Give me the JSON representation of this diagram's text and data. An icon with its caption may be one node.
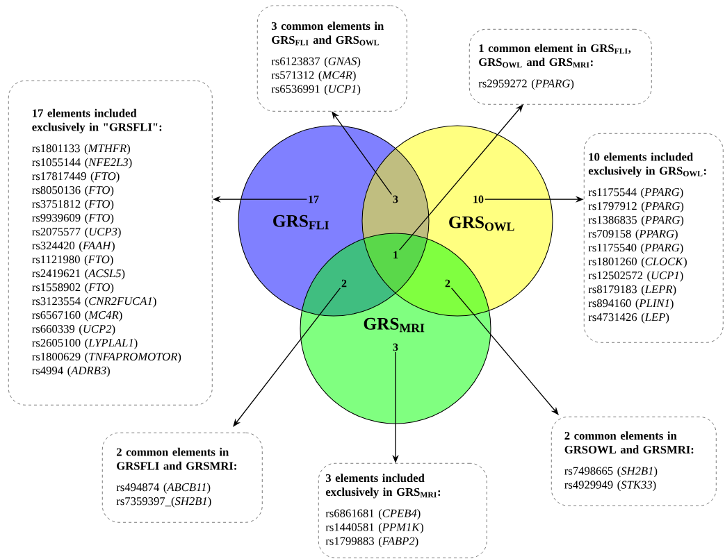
{
  "diagram": {
    "nodes": [
      {
        "text": [
          "GRS$_{FLI}$"
        ]
      },
      {
        "text": [
          "GRS$_{OWL}$"
        ]
      },
      {
        "text": [
          "GRS$_{MRI}$"
        ]
      },
      {
        "text": [
          "17"
        ],
        "in": 0
      },
      {
        "text": [
          "3"
        ]
      },
      {
        "text": [
          "10"
        ],
        "in": 1
      },
      {
        "text": [
          "1"
        ]
      },
      {
        "text": [
          "2"
        ]
      },
      {
        "text": [
          "2"
        ]
      },
      {
        "text": [
          "3"
        ],
        "in": 2
      },
      {
        "text": [
          "17 elements included exclusively in \"GRSFLI\":",
          "rs1801133 (*MTHFR*)",
          "rs1055144 (*NFE2L3*)",
          "rs17817449 (*FTO*)",
          "rs8050136 (*FTO*)",
          "rs3751812 (*FTO*)",
          "rs9939609 (*FTO*)",
          "rs2075577 (*UCP3*)",
          "rs324420 (*FAAH*)",
          "rs1121980 (*FTO*)",
          "rs2419621 (*ACSL5*)",
          "rs1558902 (*FTO*)",
          "rs3123554 (*CNR2FUCA1*)",
          "rs6567160 (*MC4R*)",
          "rs660339 (*UCP2*)",
          "rs2605100 (*LYPLAL1*)",
          "rs1800629 (*TNFAPROMOTOR*)",
          "rs4994 (*ADRB3*)"
        ]
      },
      {
        "text": [
          "3 common elements in GRS$_{FLI}$ and GRS$_{OWL}$",
          "rs6123837 (*GNAS*)",
          "rs571312 (*MC4R*)",
          "rs6536991 (*UCP1*)"
        ]
      },
      {
        "text": [
          "1 common element in GRS$_{FLI}$, GRS$_{OWL}$ and GRS$_{MRI}$:",
          "rs2959272 (*PPARG*)"
        ]
      },
      {
        "text": [
          "10 elements included exclusively in GRS$_{OWL}$:",
          "rs1175544 (*PPARG*)",
          "rs1797912 (*PPARG*)",
          "rs1386835 (*PPARG*)",
          "rs709158 (*PPARG*)",
          "rs1175540 (*PPARG*)",
          "rs1801260 (*CLOCK*)",
          "rs12502572 (*UCP1*)",
          "rs8179183 (*LEPR*)",
          "rs894160 (*PLIN1*)",
          "rs4731426 (*LEP*)"
        ]
      },
      {
        "text": [
          "2 common elements in GRSFLI and GRSMRI:",
          "rs494874 (*ABCB11*)",
          "rs7359397_(*SH2B1*)"
        ]
      },
      {
        "text": [
          "3 elements included exclusively in GRS$_{MRI}$:",
          "rs6861681 (*CPEB4*)",
          "rs1440581 (*PPM1K*)",
          "rs1799883 (*FABP2*)"
        ]
      },
      {
        "text": [
          "2 common elements in GRSOWL and GRSMRI:",
          "rs7498665 (*SH2B1*)",
          "rs4929949 (*STK33*)"
        ]
      }
    ],
    "edges": [
      {
        "from": 3,
        "to": 10,
        "arrow": "to"
      },
      {
        "from": 4,
        "to": 11,
        "arrow": "to"
      },
      {
        "from": 6,
        "to": 12,
        "arrow": "to"
      },
      {
        "from": 5,
        "to": 13,
        "arrow": "to"
      },
      {
        "from": 7,
        "to": 14,
        "arrow": "to"
      },
      {
        "from": 9,
        "to": 15,
        "arrow": "to"
      },
      {
        "from": 8,
        "to": 16,
        "arrow": "to"
      }
    ]
  }
}
